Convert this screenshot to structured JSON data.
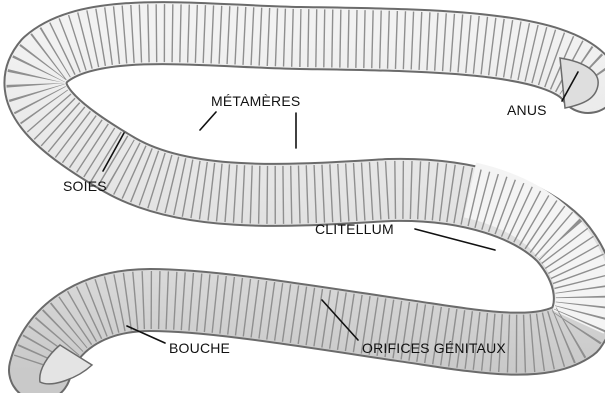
{
  "labels": {
    "metameres": "MÉTAMÈRES",
    "anus": "ANUS",
    "soies": "SOIES",
    "clitellum": "CLITELLUM",
    "bouche": "BOUCHE",
    "orifices_genitaux": "ORIFICES GÉNITAUX"
  },
  "colors": {
    "body_fill": "#e6e6e6",
    "body_outline": "#6b6b6b",
    "segment_line": "#8f8f8f",
    "clitellum_fill": "#f4f4f4",
    "label_text": "#111111",
    "background": "#ffffff"
  }
}
